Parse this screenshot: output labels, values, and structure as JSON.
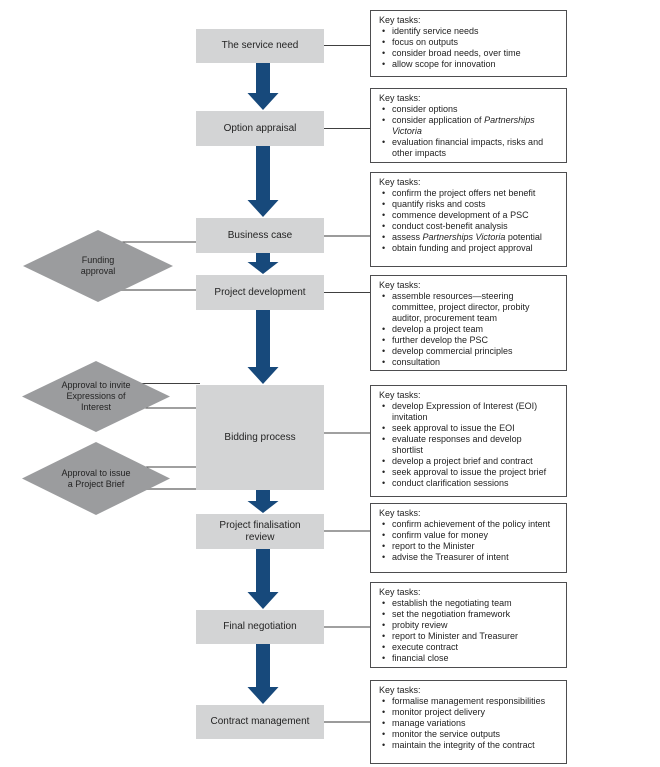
{
  "key_tasks_heading": "Key tasks:",
  "colors": {
    "arrow_blue": "#17497b",
    "stage_box_fill": "#d3d4d5",
    "diamond_fill": "#9b9c9e",
    "key_box_border": "#4d4d4f",
    "connector_dark": "#404040",
    "connector_gray": "#9b9b9b"
  },
  "stages": [
    {
      "label": "The service need",
      "tasks": [
        "identify service needs",
        "focus on outputs",
        "consider broad needs, over time",
        "allow scope for innovation"
      ]
    },
    {
      "label": "Option appraisal",
      "tasks": [
        "consider options",
        "consider application of *Partnerships Victoria*",
        "evaluation financial impacts, risks and other impacts"
      ]
    },
    {
      "label": "Business case",
      "tasks": [
        "confirm the project offers net benefit",
        "quantify risks and costs",
        "commence development of a PSC",
        "conduct cost-benefit analysis",
        "assess *Partnerships Victoria* potential",
        "obtain funding and project approval"
      ]
    },
    {
      "label": "Project development",
      "tasks": [
        "assemble resources—steering committee, project director, probity auditor, procurement team",
        "develop a project team",
        "further develop the PSC",
        "develop commercial principles",
        "consultation"
      ]
    },
    {
      "label": "Bidding process",
      "tasks": [
        "develop Expression of Interest (EOI) invitation",
        "seek approval to issue the EOI",
        "evaluate responses and develop shortlist",
        "develop a project brief and contract",
        "seek approval to issue the project brief",
        "conduct clarification sessions"
      ]
    },
    {
      "label": "Project finalisation\nreview",
      "tasks": [
        "confirm achievement of the policy intent",
        "confirm value for money",
        "report to the Minister",
        "advise the Treasurer of intent"
      ]
    },
    {
      "label": "Final negotiation",
      "tasks": [
        "establish the negotiating team",
        "set the negotiation framework",
        "probity review",
        "report to Minister and Treasurer",
        "execute contract",
        "financial close"
      ]
    },
    {
      "label": "Contract management",
      "tasks": [
        "formalise management responsibilities",
        "monitor project delivery",
        "manage variations",
        "monitor the service outputs",
        "maintain the integrity of the contract"
      ]
    }
  ],
  "approvals": [
    {
      "label": "Funding\napproval"
    },
    {
      "label": "Approval to invite\nExpressions of\nInterest"
    },
    {
      "label": "Approval to issue\na Project Brief"
    }
  ]
}
